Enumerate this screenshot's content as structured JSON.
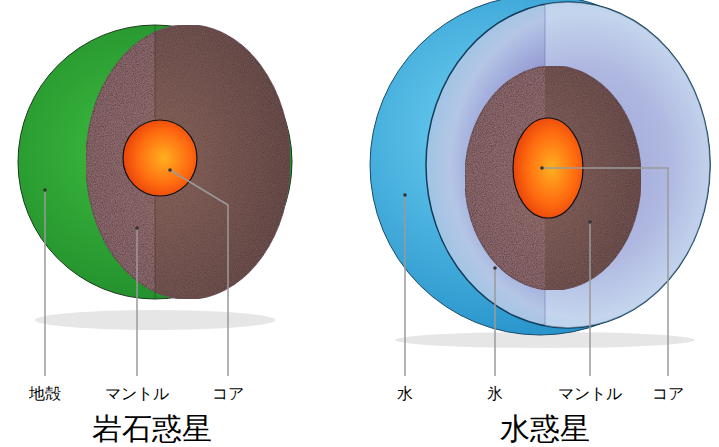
{
  "diagram": {
    "labels": [
      "地殻",
      "マントル",
      "コア",
      "岩石惑星",
      "水",
      "氷",
      "マントル",
      "コア",
      "水惑星"
    ]
  }
}
